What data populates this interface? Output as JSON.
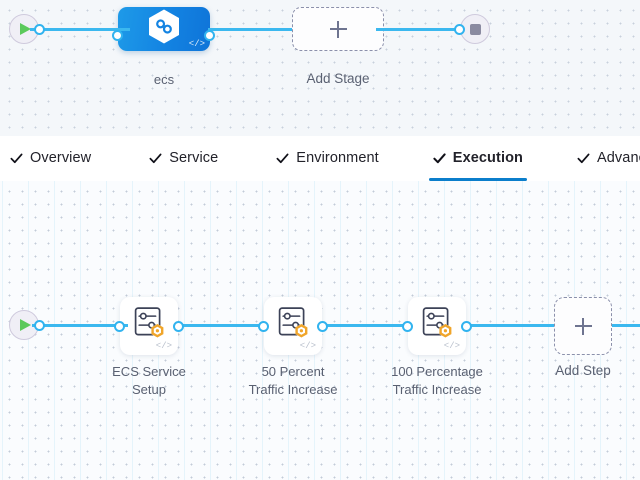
{
  "pipeline": {
    "stage_row": {
      "start_node": {
        "icon": "play-icon",
        "name": "start"
      },
      "end_node": {
        "icon": "stop-icon",
        "name": "end"
      },
      "stage": {
        "label": "ecs",
        "icon": "hexagon-infinity-icon",
        "badge": "</>"
      },
      "add_stage": {
        "label": "Add Stage",
        "icon": "plus-icon"
      }
    },
    "tabs": [
      {
        "label": "Overview",
        "icon": "check-icon",
        "active": false
      },
      {
        "label": "Service",
        "icon": "check-icon",
        "active": false
      },
      {
        "label": "Environment",
        "icon": "check-icon",
        "active": false
      },
      {
        "label": "Execution",
        "icon": "check-icon",
        "active": true
      },
      {
        "label": "Advance",
        "icon": "check-icon",
        "active": false
      }
    ],
    "step_row": {
      "start_node": {
        "icon": "play-icon",
        "name": "start"
      },
      "steps": [
        {
          "label": "ECS Service\nSetup",
          "icon": "sliders-icon",
          "badge_icon": "orange-hexagon-icon",
          "code_badge": "</>"
        },
        {
          "label": "50 Percent\nTraffic Increase",
          "icon": "sliders-icon",
          "badge_icon": "orange-hexagon-icon",
          "code_badge": "</>"
        },
        {
          "label": "100 Percentage\nTraffic Increase",
          "icon": "sliders-icon",
          "badge_icon": "orange-hexagon-icon",
          "code_badge": "</>"
        }
      ],
      "add_step": {
        "label": "Add Step",
        "icon": "plus-icon"
      }
    }
  },
  "colors": {
    "connector": "#3bb8ef",
    "stage_blue": "#1383e2",
    "active_tab_underline": "#0b7ecb",
    "step_badge_orange": "#f0a52a",
    "play_green": "#5bc95b",
    "canvas_bg": "#f4f7fa"
  }
}
